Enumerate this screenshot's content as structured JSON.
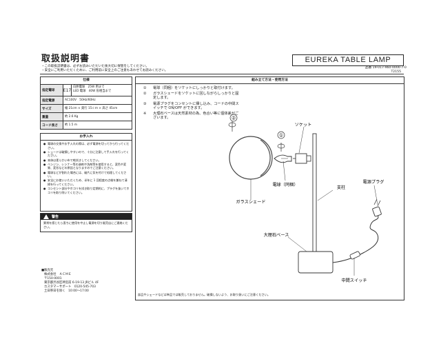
{
  "title": "取扱説明書",
  "product_name": "EUREKA TABLE LAMP",
  "intro": [
    "・この取扱説明書は、必ずお読みいただいた後大切に保管をしてください。",
    "・安全にご利用いただくために、ご利用前に安全上のご注意もあわせてお読みください。"
  ],
  "product_code": "品番 19-017-960-0000-7-0",
  "product_code_2": "T2155",
  "spec": {
    "header": "仕様",
    "rows": [
      {
        "label": "指定電球",
        "socket": "E17",
        "lines": [
          "白熱電球　25W 用まで",
          "LED 電球　40W 形相当まで"
        ]
      },
      {
        "label": "指定電源",
        "lines": [
          "AC100V　50Hz/60Hz"
        ]
      },
      {
        "label": "サイズ",
        "lines": [
          "幅 21cm × 奥行 15ｃｍ × 高さ 45cm"
        ]
      },
      {
        "label": "重量",
        "lines": [
          "約 2.6 Kg"
        ]
      },
      {
        "label": "コード長さ",
        "lines": [
          "約 1.5 m"
        ]
      }
    ]
  },
  "care": {
    "header": "お手入れ",
    "items": [
      "電球の交換やお手入れの際は、必ず電源を切ってから行ってください。",
      "シェードは破損しやすいので、十分に注意して手入れを行ってください。",
      "本体は柔らかい布で乾拭きしてください。",
      "ベンジン、シンナー等の溶剤や洗剤等を使用すると、変色や変質、変形などの原因となりますのでご注意ください。",
      "電球などが割れた場合には、破片に気を付けて処理してください。",
      "安全にお使いいただくため、半年に 1 回程度の点検を兼ねて清掃を行ってください。",
      "コンセント部分やホコリを拭き取り定期的に、プラグを抜いてホコリを取り除いてください。"
    ]
  },
  "warning": {
    "header": "警告",
    "text": "異常を感じたら直ちに使用を中止し電源を切り販売店にご連絡ください。"
  },
  "seller": [
    "■販売元",
    "株式会社　ＡＣＭＥ",
    "〒150-0001",
    "東京都渋谷区神宮前 6-19-13 JRビル 4F",
    "カスタマーサポート　0120-545-703",
    "土日祭日を除く　10:00〜17:00"
  ],
  "assembly": {
    "header": "組み立て方法・使用方法",
    "steps": [
      {
        "num": "①",
        "text": "電球（同梱）をソケットにしっかりと取付けます。"
      },
      {
        "num": "②",
        "text": "ガラスシェードをソケットに回しながらしっかりと固定します。"
      },
      {
        "num": "③",
        "text": "電源プラグをコンセントに挿し込み、コードの中間スイッチで ON/OFF ができます。"
      },
      {
        "num": "※",
        "text": "大理石ベースは天然素材の為、色合い等に個体差がございます。"
      }
    ],
    "labels": {
      "socket": "ソケット",
      "bulb": "電球（同梱）",
      "shade": "ガラスシェード",
      "pole": "支柱",
      "plug": "電源プラグ",
      "base": "大理石ベース",
      "switch": "中間スイッチ",
      "mark1": "①",
      "mark2": "②"
    },
    "footnote": "部品やシェードなどは単品では販売しておりません。破損しないよう、お取り扱いにご注意ください。"
  }
}
